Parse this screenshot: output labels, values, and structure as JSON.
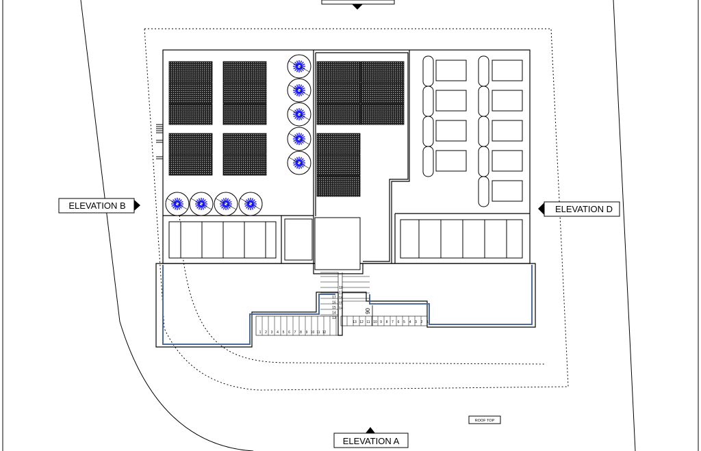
{
  "elevations": {
    "a": "ELEVATION A",
    "b": "ELEVATION B",
    "d": "ELEVATION D"
  },
  "roof_tag": "ROOF TOP",
  "stair_left_numbers": [
    "1",
    "2",
    "3",
    "4",
    "5",
    "6",
    "7",
    "8",
    "9",
    "10",
    "11",
    "12"
  ],
  "stair_left_riser_numbers": [
    "13",
    "14",
    "15",
    "16",
    "17"
  ],
  "stair_right_numbers": [
    "10",
    "9",
    "8",
    "7",
    "6",
    "5",
    "4",
    "3",
    "2",
    "1"
  ],
  "stair_right_extra_numbers": [
    "13",
    "12",
    "11"
  ],
  "stair_right_riser_numbers": [
    "14",
    "15",
    "16",
    "17",
    "18"
  ],
  "stair_mid_label": "90",
  "colors": {
    "line": "#000000",
    "parapet": "#4a6a9a",
    "fan": "#1a1aff",
    "panel": "#333333"
  }
}
